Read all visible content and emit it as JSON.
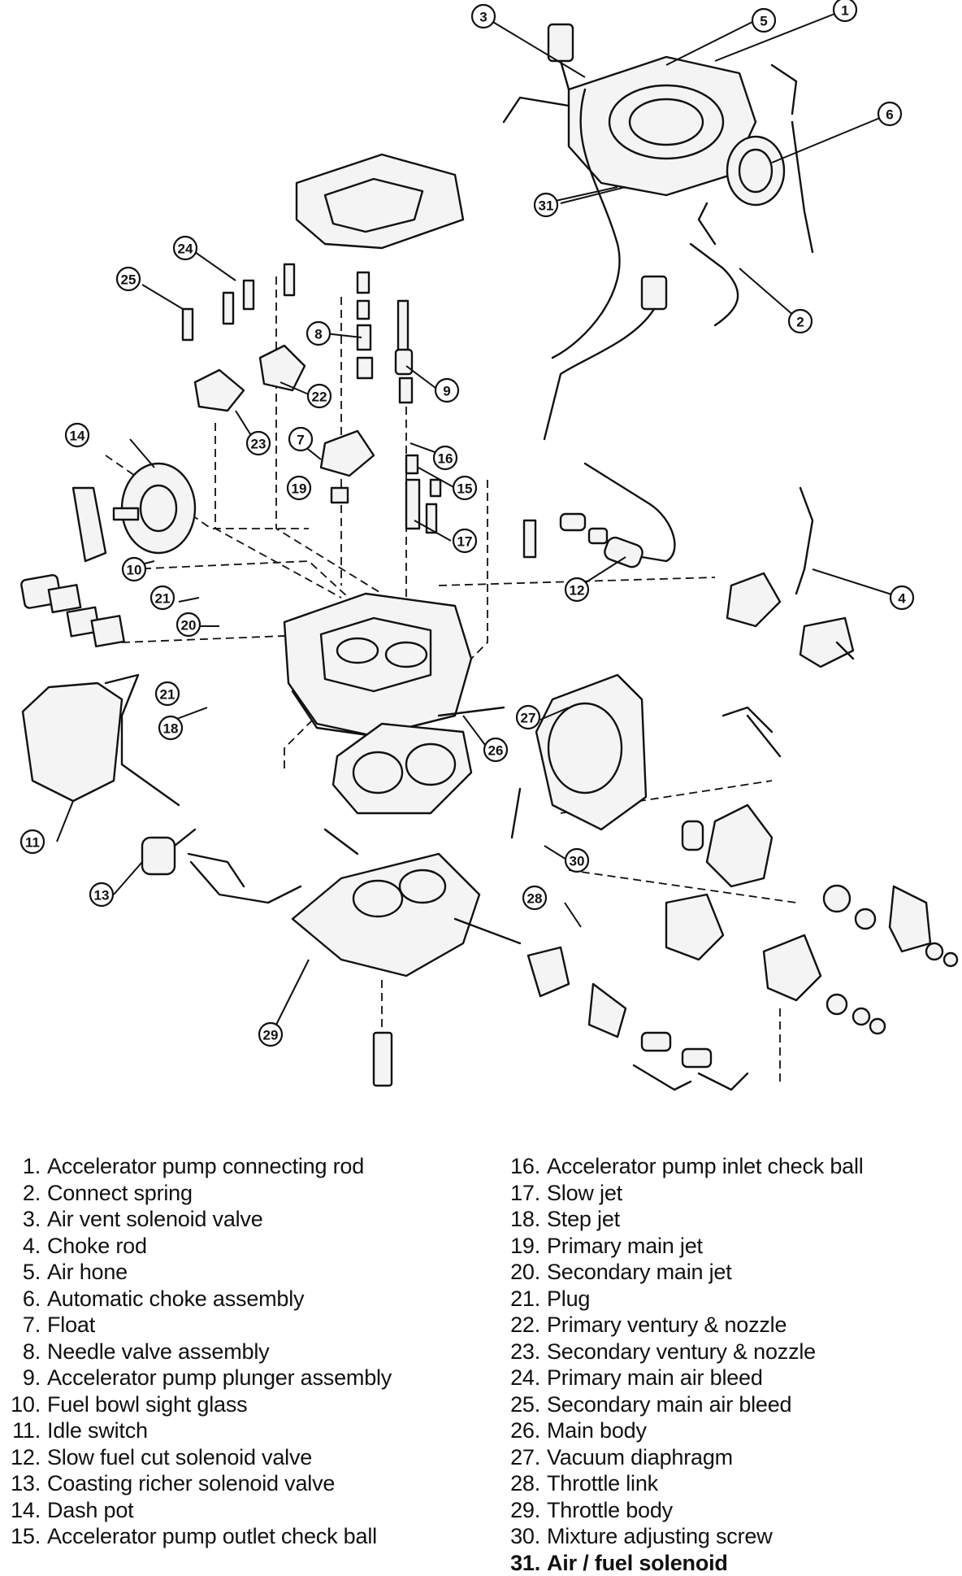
{
  "callouts": [
    "1",
    "2",
    "3",
    "4",
    "5",
    "6",
    "7",
    "8",
    "9",
    "10",
    "11",
    "12",
    "13",
    "14",
    "15",
    "16",
    "17",
    "18",
    "19",
    "20",
    "21",
    "21",
    "22",
    "23",
    "24",
    "25",
    "26",
    "27",
    "28",
    "29",
    "30",
    "31"
  ],
  "legend": {
    "left": [
      {
        "num": "1.",
        "label": "Accelerator pump connecting rod"
      },
      {
        "num": "2.",
        "label": "Connect spring"
      },
      {
        "num": "3.",
        "label": "Air vent solenoid valve"
      },
      {
        "num": "4.",
        "label": "Choke rod"
      },
      {
        "num": "5.",
        "label": "Air hone"
      },
      {
        "num": "6.",
        "label": "Automatic choke assembly"
      },
      {
        "num": "7.",
        "label": "Float"
      },
      {
        "num": "8.",
        "label": "Needle valve assembly"
      },
      {
        "num": "9.",
        "label": "Accelerator pump plunger assembly"
      },
      {
        "num": "10.",
        "label": "Fuel bowl sight glass"
      },
      {
        "num": "11.",
        "label": "Idle switch"
      },
      {
        "num": "12.",
        "label": "Slow fuel cut solenoid valve"
      },
      {
        "num": "13.",
        "label": "Coasting richer solenoid valve"
      },
      {
        "num": "14.",
        "label": "Dash pot"
      },
      {
        "num": "15.",
        "label": "Accelerator pump outlet check ball"
      }
    ],
    "right": [
      {
        "num": "16.",
        "label": "Accelerator pump inlet check ball"
      },
      {
        "num": "17.",
        "label": "Slow jet"
      },
      {
        "num": "18.",
        "label": "Step jet"
      },
      {
        "num": "19.",
        "label": "Primary main jet"
      },
      {
        "num": "20.",
        "label": "Secondary main jet"
      },
      {
        "num": "21.",
        "label": "Plug"
      },
      {
        "num": "22.",
        "label": "Primary ventury & nozzle"
      },
      {
        "num": "23.",
        "label": "Secondary ventury & nozzle"
      },
      {
        "num": "24.",
        "label": "Primary main air bleed"
      },
      {
        "num": "25.",
        "label": "Secondary main air bleed"
      },
      {
        "num": "26.",
        "label": "Main body"
      },
      {
        "num": "27.",
        "label": "Vacuum diaphragm"
      },
      {
        "num": "28.",
        "label": "Throttle link"
      },
      {
        "num": "29.",
        "label": "Throttle body"
      },
      {
        "num": "30.",
        "label": "Mixture adjusting screw"
      },
      {
        "num": "31.",
        "label": "Air / fuel solenoid"
      }
    ]
  }
}
